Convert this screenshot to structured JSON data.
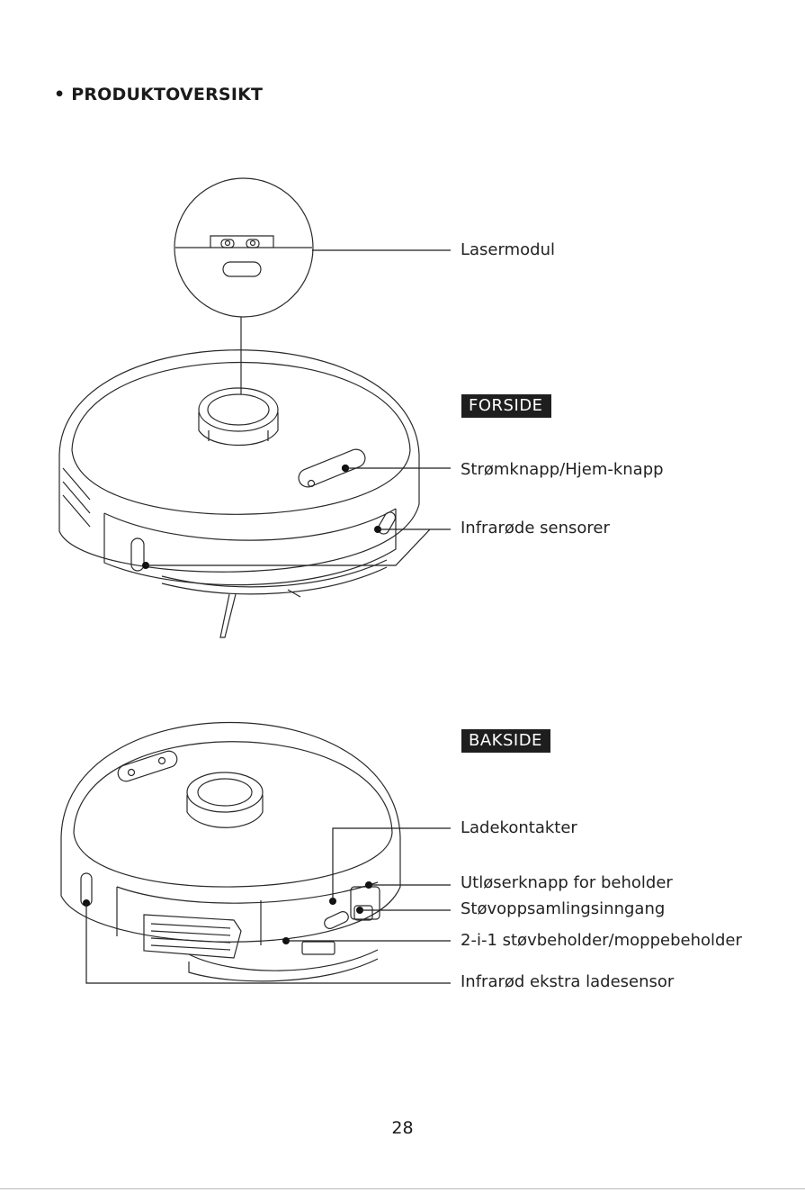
{
  "section": {
    "bullet": "•",
    "title": "PRODUKTOVERSIKT"
  },
  "front": {
    "tag": "FORSIDE",
    "labels": {
      "laser": "Lasermodul",
      "power": "Strømknapp/Hjem-knapp",
      "ir": "Infrarøde sensorer"
    }
  },
  "back": {
    "tag": "BAKSIDE",
    "labels": {
      "charge_contacts": "Ladekontakter",
      "release": "Utløserknapp for beholder",
      "dust_inlet": "Støvoppsamlingsinngang",
      "bin": "2-i-1 støvbeholder/moppebeholder",
      "ir_aux": "Infrarød ekstra ladesensor"
    }
  },
  "page_number": "28"
}
